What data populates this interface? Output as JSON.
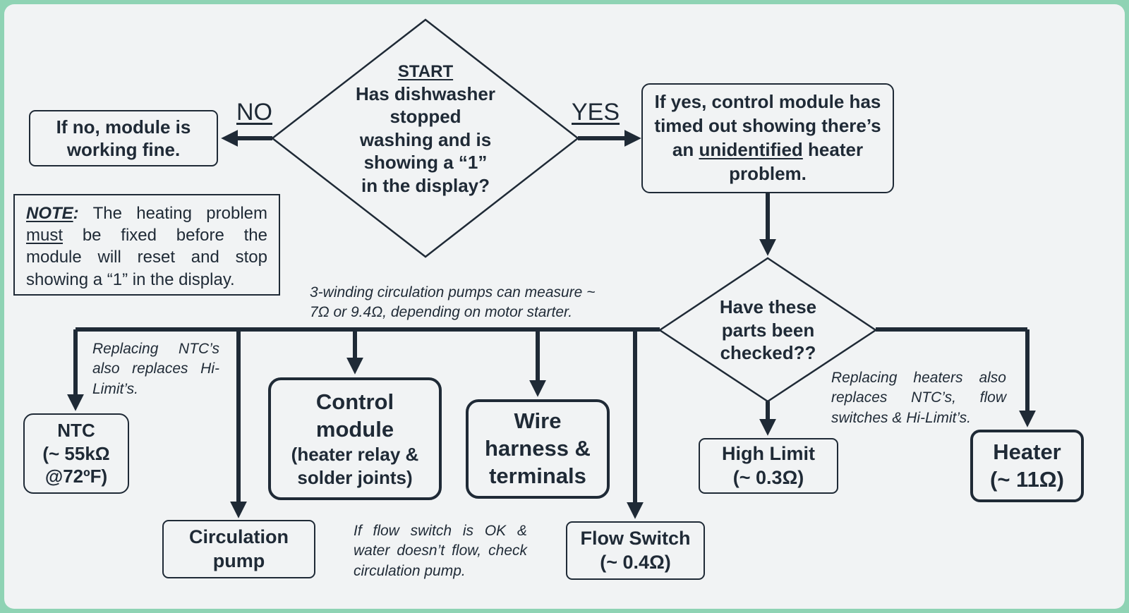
{
  "start": {
    "heading": "START",
    "question": [
      "Has dishwasher",
      "stopped",
      "washing and is",
      "showing a “1”",
      "in the display?"
    ]
  },
  "no_branch": {
    "label": "NO",
    "result": [
      "If no, module is",
      "working fine."
    ]
  },
  "yes_branch": {
    "label": "YES",
    "result_pre": "If yes, control module has timed out showing there’s an",
    "result_underlined": "unidentified",
    "result_post": "heater problem."
  },
  "note": {
    "heading": "NOTE",
    "colon": ":",
    "text1": "The heating problem",
    "must": "must",
    "text2": "be fixed before the module will reset and stop showing a “1” in the display."
  },
  "check": {
    "question": [
      "Have these",
      "parts been",
      "checked??"
    ]
  },
  "annotations": {
    "pump_windings": [
      "3-winding circulation pumps can measure ~",
      "7Ω or 9.4Ω, depending on motor starter."
    ],
    "ntc_note": "Replacing NTC’s also replaces Hi-Limit’s.",
    "heater_note": "Replacing heaters also replaces NTC’s, flow switches & Hi-Limit’s.",
    "flow_note": "If flow switch is OK & water doesn’t flow, check circulation pump."
  },
  "parts": {
    "ntc": [
      "NTC",
      "(~ 55kΩ",
      "@72ºF)"
    ],
    "circulation_pump": [
      "Circulation",
      "pump"
    ],
    "control_module": [
      "Control",
      "module",
      "(heater relay &",
      "solder joints)"
    ],
    "wire_harness": [
      "Wire",
      "harness &",
      "terminals"
    ],
    "flow_switch": [
      "Flow Switch",
      "(~ 0.4Ω)"
    ],
    "high_limit": [
      "High Limit",
      "(~ 0.3Ω)"
    ],
    "heater": [
      "Heater",
      "(~ 11Ω)"
    ]
  },
  "colors": {
    "ink": "#1f2a36",
    "panel": "#f1f3f4",
    "border": "#8fd3b4"
  }
}
